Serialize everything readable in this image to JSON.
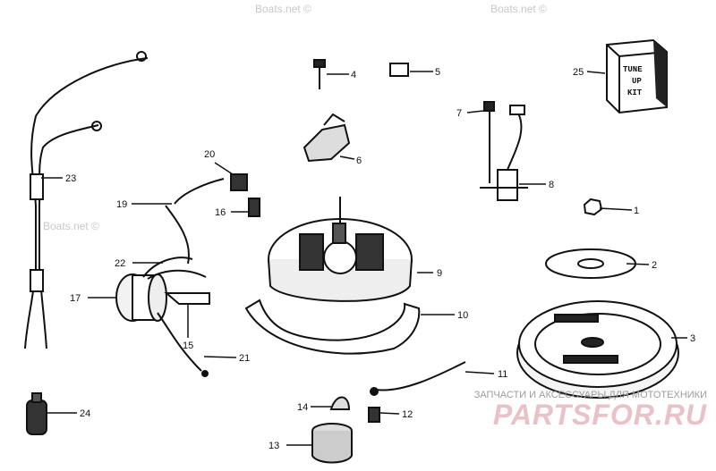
{
  "parts": [
    {
      "number": "1"
    },
    {
      "number": "2"
    },
    {
      "number": "3"
    },
    {
      "number": "4"
    },
    {
      "number": "5"
    },
    {
      "number": "6"
    },
    {
      "number": "7"
    },
    {
      "number": "8"
    },
    {
      "number": "9"
    },
    {
      "number": "10"
    },
    {
      "number": "11"
    },
    {
      "number": "12"
    },
    {
      "number": "13"
    },
    {
      "number": "14"
    },
    {
      "number": "15"
    },
    {
      "number": "16"
    },
    {
      "number": "17"
    },
    {
      "number": "19"
    },
    {
      "number": "20"
    },
    {
      "number": "21"
    },
    {
      "number": "22"
    },
    {
      "number": "23"
    },
    {
      "number": "24"
    },
    {
      "number": "25"
    }
  ],
  "tune_up_kit": {
    "line1": "TUNE",
    "line2": "UP",
    "line3": "KIT"
  },
  "watermarks": [
    "Boats.net ©",
    "Boats.net ©",
    "Boats.net ©"
  ],
  "shop": {
    "caption": "ЗАПЧАСТИ И АКСЕССУАРЫ ДЛЯ МОТОТЕХНИКИ",
    "logo": "PARTSFOR.RU"
  },
  "colors": {
    "ink": "#111111",
    "watermark": "#c8c8c8",
    "logo": "#e8c2c7"
  }
}
